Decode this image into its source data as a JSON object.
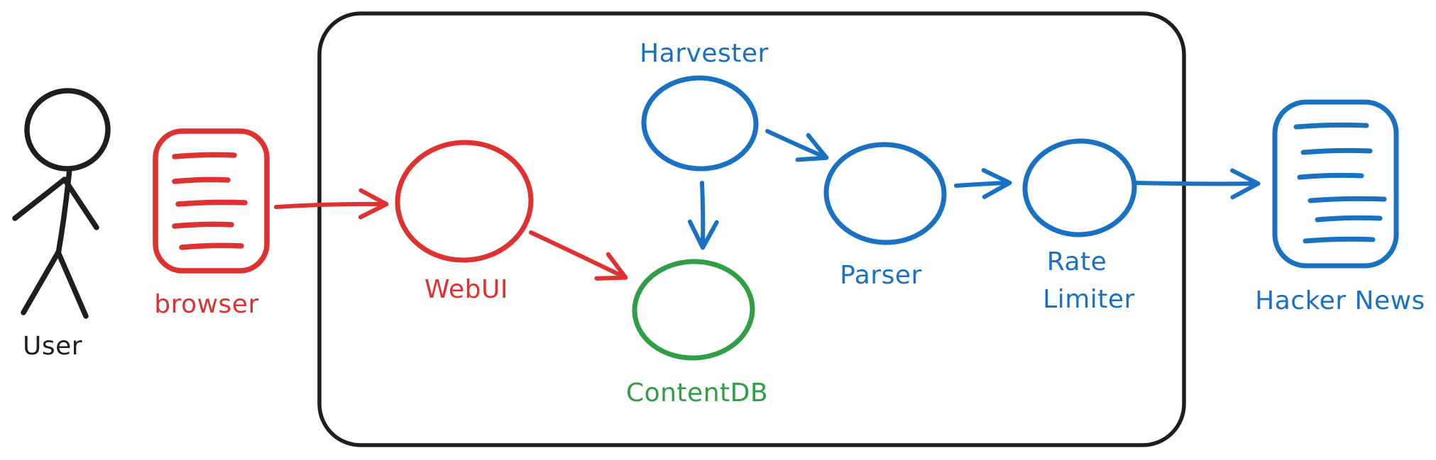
{
  "diagram": {
    "background": "#ffffff",
    "colors": {
      "black": "#1e1e1e",
      "red": "#e03131",
      "blue": "#1971c2",
      "green": "#2f9e44"
    },
    "nodes": {
      "user": {
        "label": "User",
        "type": "actor",
        "color": "#1e1e1e"
      },
      "browser": {
        "label": "browser",
        "type": "document",
        "color": "#e03131"
      },
      "webui": {
        "label": "WebUI",
        "type": "circle",
        "color": "#e03131"
      },
      "harvester": {
        "label": "Harvester",
        "type": "circle",
        "color": "#1971c2"
      },
      "contentdb": {
        "label": "ContentDB",
        "type": "circle",
        "color": "#2f9e44"
      },
      "parser": {
        "label": "Parser",
        "type": "circle",
        "color": "#1971c2"
      },
      "rate_limiter": {
        "label": "Rate Limiter",
        "label_lines": [
          "Rate",
          "Limiter"
        ],
        "type": "circle",
        "color": "#1971c2"
      },
      "hacker_news": {
        "label": "Hacker News",
        "type": "document",
        "color": "#1971c2"
      }
    },
    "container": {
      "type": "system-boundary",
      "color": "#1e1e1e"
    },
    "edges": [
      {
        "from": "browser",
        "to": "webui",
        "color": "#e03131"
      },
      {
        "from": "webui",
        "to": "contentdb",
        "color": "#e03131"
      },
      {
        "from": "harvester",
        "to": "contentdb",
        "color": "#1971c2"
      },
      {
        "from": "harvester",
        "to": "parser",
        "color": "#1971c2"
      },
      {
        "from": "parser",
        "to": "rate_limiter",
        "color": "#1971c2"
      },
      {
        "from": "rate_limiter",
        "to": "hacker_news",
        "color": "#1971c2"
      }
    ]
  }
}
